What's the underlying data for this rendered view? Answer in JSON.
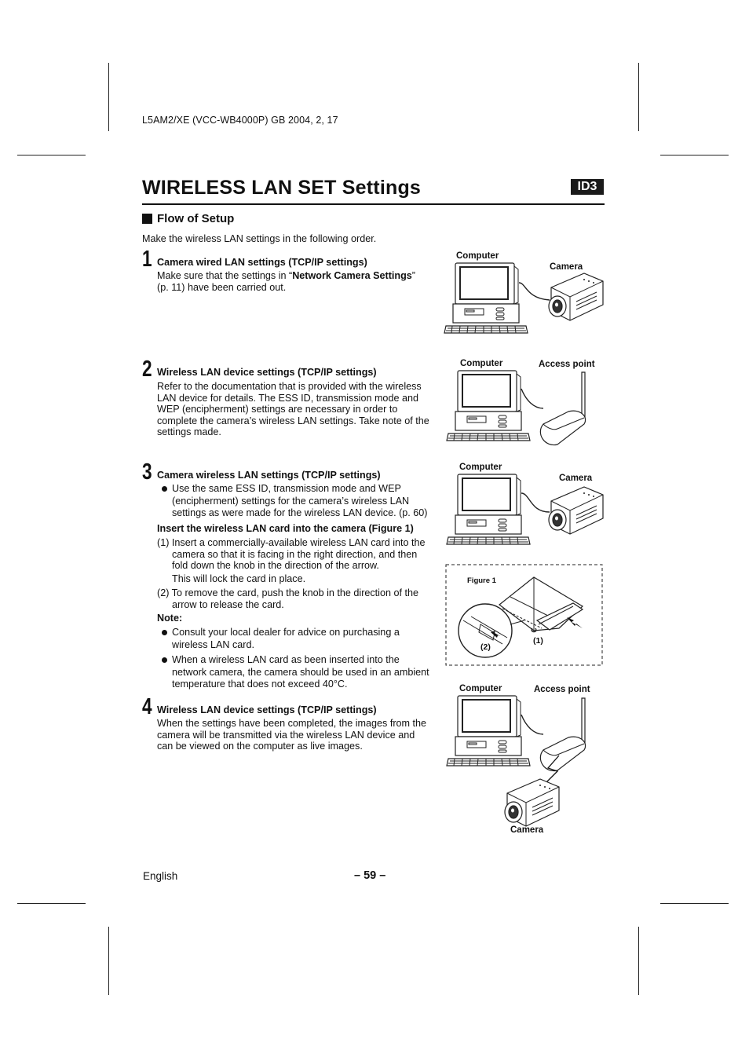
{
  "header": {
    "doc_code": "L5AM2/XE (VCC-WB4000P)   GB   2004, 2, 17"
  },
  "page": {
    "title": "WIRELESS LAN SET Settings",
    "badge": "ID3",
    "section": "Flow of Setup",
    "intro": "Make the wireless LAN settings in the following order."
  },
  "steps": [
    {
      "num": "1",
      "title": "Camera wired LAN settings (TCP/IP settings)",
      "lines": [
        "Make sure that the settings in “",
        "Network Camera Settings",
        "”",
        "(p. 11) have been carried out."
      ]
    },
    {
      "num": "2",
      "title": "Wireless LAN device settings (TCP/IP settings)",
      "lines": [
        "Refer to the documentation that is provided with the wireless",
        "LAN device for details. The ESS ID, transmission mode and",
        "WEP (encipherment) settings are necessary in order to",
        "complete the camera’s wireless LAN settings. Take note of the",
        "settings made."
      ]
    },
    {
      "num": "3",
      "title": "Camera wireless LAN settings (TCP/IP settings)",
      "bullet": [
        "Use the same ESS ID, transmission mode and WEP",
        "(encipherment) settings for the camera’s wireless LAN",
        "settings as were made for the wireless LAN device. (p. 60)"
      ],
      "subhead": "Insert the wireless LAN card into the camera (Figure 1)",
      "item1": [
        "(1) Insert a commercially-available wireless LAN card into the",
        "camera so that it is facing in the right direction, and then",
        "fold down the knob in the direction of the arrow.",
        "This will lock the card in place."
      ],
      "item2": [
        "(2) To remove the card, push the knob in the direction of the",
        "arrow to release the card."
      ],
      "note_label": "Note:",
      "note1": [
        "Consult your local dealer for advice on purchasing a",
        "wireless LAN card."
      ],
      "note2": [
        "When a wireless LAN card as been inserted into the",
        "network camera, the camera should be used in an ambient",
        "temperature that does not exceed 40°C."
      ]
    },
    {
      "num": "4",
      "title": "Wireless LAN device settings (TCP/IP settings)",
      "lines": [
        "When the settings have been completed, the images from the",
        "camera will be transmitted via the wireless LAN device and",
        "can be viewed on the computer as live images."
      ]
    }
  ],
  "figures": {
    "computer": "Computer",
    "camera": "Camera",
    "access_point": "Access point",
    "figure1": "Figure 1",
    "callout1": "(1)",
    "callout2": "(2)"
  },
  "footer": {
    "language": "English",
    "page_number": "– 59 –"
  }
}
